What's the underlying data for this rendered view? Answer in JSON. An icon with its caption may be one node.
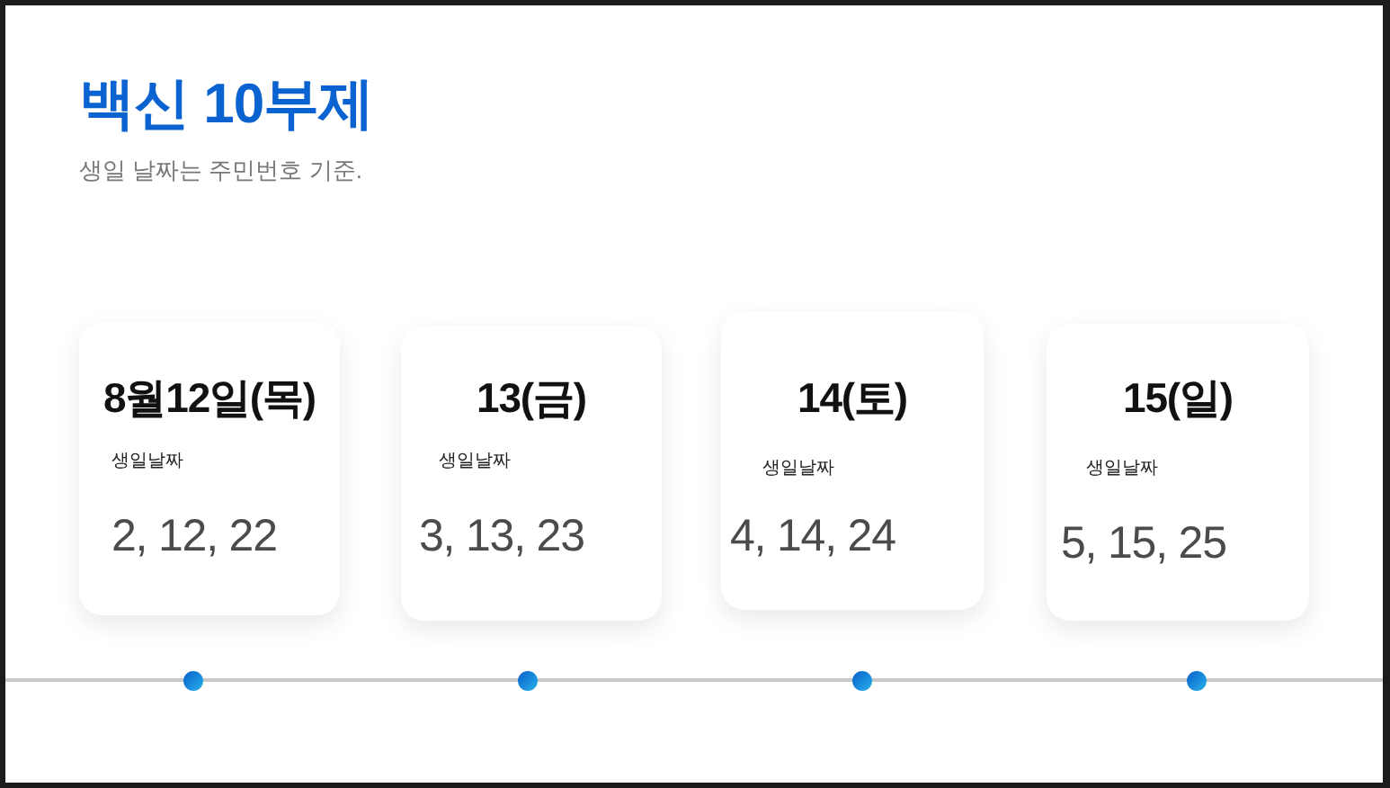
{
  "diagram": {
    "title": "백신 10부제",
    "nodes": [
      {
        "text": [
          "8월12일(목)",
          "생일날짜",
          "2, 12, 22"
        ]
      },
      {
        "text": [
          "13(금)",
          "생일날짜",
          "3, 13, 23"
        ]
      },
      {
        "text": [
          "14(토)",
          "생일날짜",
          "4, 14, 24"
        ]
      },
      {
        "text": [
          "15(일)",
          "생일날짜",
          "5, 15, 25"
        ]
      }
    ],
    "labels": [
      "생일 날짜는 주민번호 기준."
    ]
  }
}
